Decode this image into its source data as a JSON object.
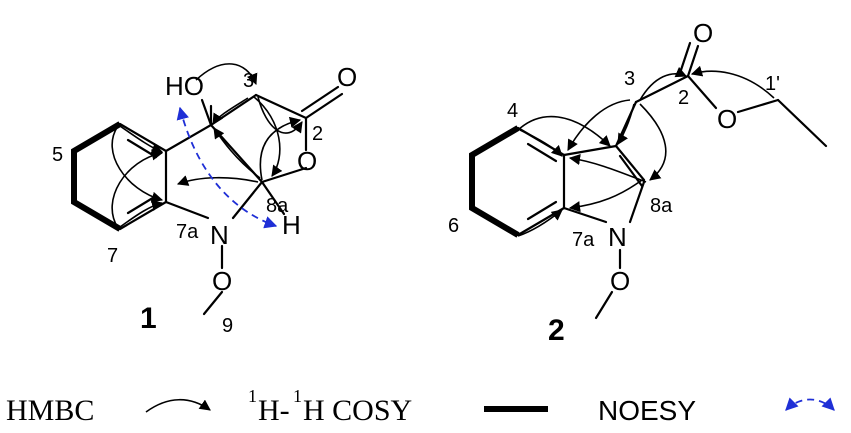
{
  "compound1": {
    "id": "1",
    "atoms": {
      "HO": "HO",
      "O_carbonyl": "O",
      "O_ring": "O",
      "N": "N",
      "H": "H",
      "O_methoxy": "O"
    },
    "numbers": {
      "c3": "3",
      "c2": "2",
      "c5": "5",
      "c7": "7",
      "c7a": "7a",
      "c8a": "8a",
      "c9": "9"
    }
  },
  "compound2": {
    "id": "2",
    "atoms": {
      "O_carbonyl": "O",
      "O_ester": "O",
      "N": "N",
      "O_methoxy": "O"
    },
    "numbers": {
      "c3": "3",
      "c2": "2",
      "c1p": "1'",
      "c4": "4",
      "c6": "6",
      "c7a": "7a",
      "c8a": "8a"
    }
  },
  "legend": {
    "hmbc": "HMBC",
    "cosy_sup1": "1",
    "cosy_h1": "H-",
    "cosy_sup2": "1",
    "cosy_h2": "H COSY",
    "noesy": "NOESY"
  },
  "colors": {
    "noesy": "#1f2fd6",
    "structure": "#000000"
  }
}
